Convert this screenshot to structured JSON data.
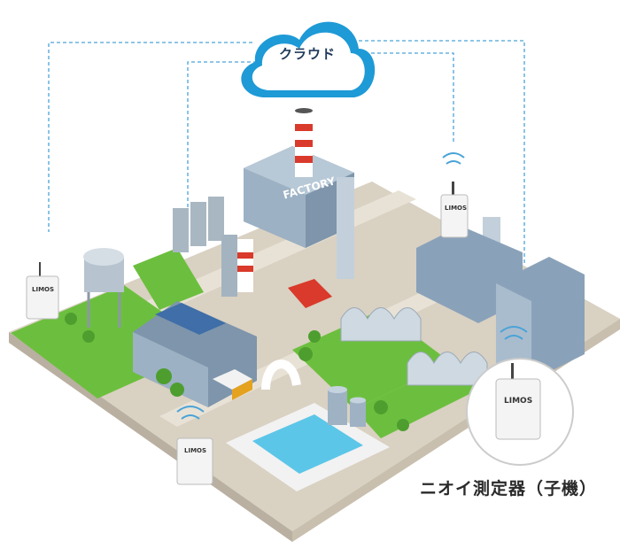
{
  "cloud": {
    "label": "クラウド",
    "color": "#1e9ad6"
  },
  "factory": {
    "label": "FACTORY"
  },
  "devices": {
    "brand": "LIMOS"
  },
  "caption": {
    "text": "ニオイ測定器（子機）"
  },
  "colors": {
    "network_line": "#4aa3d8",
    "ground": "#ddd5c7",
    "grass": "#6cbf3e",
    "building": "#8aa2b9",
    "stack_stripe": "#d93a2b",
    "water": "#5cc6e8"
  }
}
